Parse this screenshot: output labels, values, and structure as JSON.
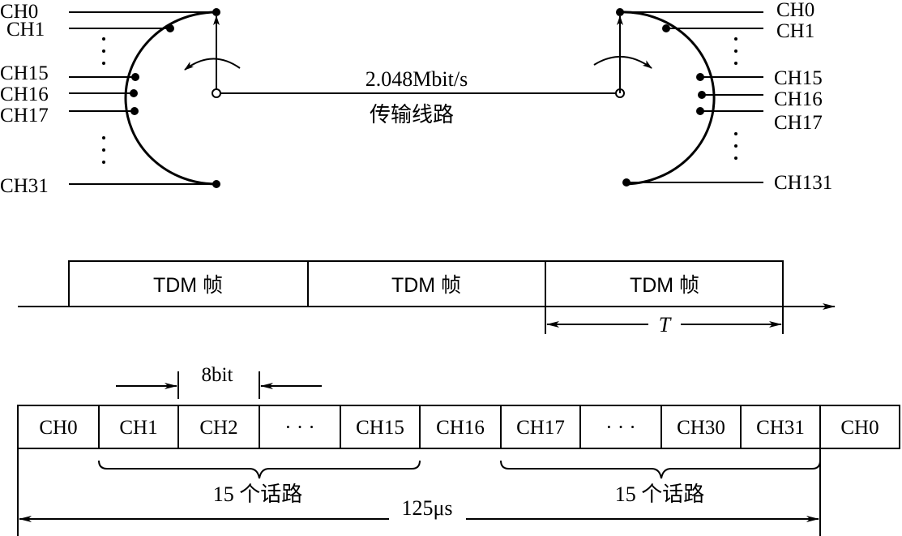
{
  "switch": {
    "left_channels": [
      "CH0",
      "CH1",
      "CH15",
      "CH16",
      "CH17",
      "CH31"
    ],
    "right_channels": [
      "CH0",
      "CH1",
      "CH15",
      "CH16",
      "CH17",
      "CH131"
    ],
    "rate": "2.048Mbit/s",
    "line": "传输线路",
    "dots": ". . ."
  },
  "tdm": {
    "frames": [
      "TDM 帧",
      "TDM 帧",
      "TDM 帧"
    ],
    "period": "T"
  },
  "frame_detail": {
    "bit_label": "8bit",
    "slots": [
      "CH0",
      "CH1",
      "CH2",
      "· · ·",
      "CH15",
      "CH16",
      "CH17",
      "· · ·",
      "CH30",
      "CH31",
      "CH0"
    ],
    "group1": "15 个话路",
    "group2": "15 个话路",
    "duration": "125μs"
  }
}
